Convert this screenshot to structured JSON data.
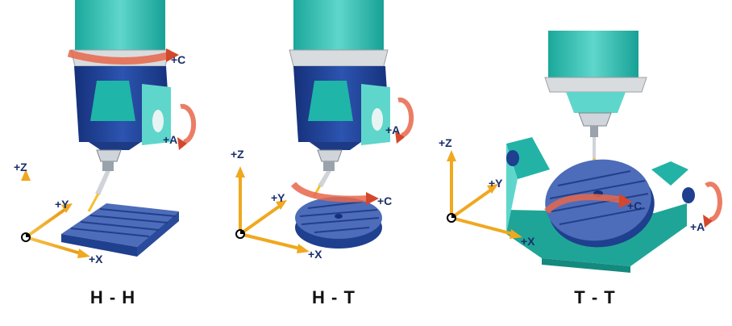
{
  "panels": [
    {
      "caption": "H - H",
      "rotation_labels": [
        "+C",
        "+A"
      ],
      "axis_labels": {
        "z": "+Z",
        "y": "+Y",
        "x": "+X"
      }
    },
    {
      "caption": "H - T",
      "rotation_labels": [
        "+A",
        "+C"
      ],
      "axis_labels": {
        "z": "+Z",
        "y": "+Y",
        "x": "+X"
      }
    },
    {
      "caption": "T - T",
      "rotation_labels": [
        "+C",
        "+A"
      ],
      "axis_labels": {
        "z": "+Z",
        "y": "+Y",
        "x": "+X"
      }
    }
  ],
  "colors": {
    "spindle_teal": "#1fb5a8",
    "head_blue": "#1f3f8f",
    "table_blue": "#3a5ba8",
    "axis_arrow": "#f0a81e",
    "rotation_arrow": "#e8664a",
    "label_navy": "#1a2f6b"
  }
}
